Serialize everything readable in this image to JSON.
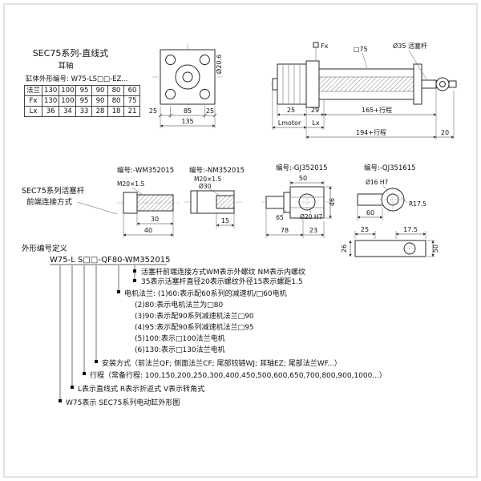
{
  "header": {
    "title": "SEC75系列-直线式",
    "subtitle": "耳轴",
    "code_label": "缸体外形编号: W75-LS□□-EZ..."
  },
  "flange_table": {
    "rows": [
      {
        "label": "法兰",
        "values": [
          "130",
          "100",
          "95",
          "90",
          "80",
          "60"
        ]
      },
      {
        "label": "Fx",
        "values": [
          "130",
          "100",
          "95",
          "90",
          "80",
          "75"
        ]
      },
      {
        "label": "Lx",
        "values": [
          "36",
          "34",
          "33",
          "28",
          "18",
          "21"
        ]
      }
    ]
  },
  "front_view": {
    "bore": "Ø20.6",
    "dim_left": "25",
    "dim_mid": "85",
    "dim_right": "25",
    "dim_total": "135"
  },
  "side_view": {
    "label_fx": "Fx",
    "label_body": "□75",
    "label_rod": "Ø35 活塞杆",
    "dim_25": "25",
    "dim_29": "29",
    "dim_stroke1": "165+行程",
    "dim_lmotor": "Lmotor",
    "dim_lx": "Lx",
    "dim_stroke2": "194+行程",
    "dim_20": "20"
  },
  "connections": {
    "section_line1": "SEC75系列活塞杆",
    "section_line2": "前端连接方式",
    "wm": {
      "code": "编号:-WM352015",
      "thread": "M20×1.5",
      "dim_30": "30",
      "dim_40": "40"
    },
    "nm": {
      "code": "编号:-NM352015",
      "thread": "M20×1.5",
      "bore": "Ø30",
      "dim_15": "15"
    },
    "gj": {
      "code": "编号:-GJ352015",
      "dim_50": "50",
      "dim_46": "46",
      "dim_65": "65",
      "hole": "Ø20 H7",
      "dim_78": "78",
      "dim_23": "23"
    },
    "qj": {
      "code": "编号:-QJ351615",
      "hole": "Ø16 H7",
      "radius": "R17.5",
      "dim_60": "60",
      "dim_25": "25",
      "dim_175": "17.5",
      "dim_50v": "50",
      "dim_26": "26"
    }
  },
  "definition": {
    "title": "外形编号定义",
    "model": "W75-L S□□-QF80-WM352015",
    "notes": [
      "活塞杆前端连接方式WM表示外螺纹 NM表示内螺纹",
      "35表示活塞杆直径20表示螺纹外径15表示螺距1.5",
      "电机法兰: (1)60:表示配60系列的减速机/□60电机",
      "(2)80:表示电机法兰为□80",
      "(3)90:表示配90系列减速机法兰□90",
      "(4)95:表示配90系列减速机法兰□95",
      "(5)100:表示□100法兰电机",
      "(6)130:表示□130法兰电机",
      "安装方式（前法兰QF; 侧面法兰CF; 尾部铰链WJ; 耳轴EZ; 尾部法兰WF...）",
      "行程（常备行程: 100,150,200,250,300,400,450,500,600,650,700,800,900,1000...）",
      "L表示直线式 R表示折返式 V表示转角式",
      "W75表示 SEC75系列电动缸外形图"
    ]
  }
}
